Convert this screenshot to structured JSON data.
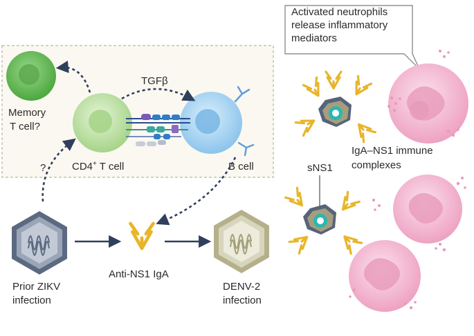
{
  "labels": {
    "memory_t_cell": [
      "Memory",
      "T cell?"
    ],
    "tgfb": "TGFβ",
    "cd4_t_cell": "CD4",
    "cd4_superscript": "+",
    "cd4_suffix": " T cell",
    "b_cell": "B cell",
    "question": "?",
    "prior_zikv": [
      "Prior ZIKV",
      "infection"
    ],
    "anti_ns1_iga": "Anti-NS1 IgA",
    "denv2": [
      "DENV-2",
      "infection"
    ],
    "callout": [
      "Activated neutrophils",
      "release inflammatory",
      "mediators"
    ],
    "iga_ns1": [
      "IgA–NS1 immune",
      "complexes"
    ],
    "sns1": "sNS1"
  },
  "colors": {
    "t_cell_green": "#b9dfa0",
    "memory_green": "#6cbf5c",
    "b_cell_blue": "#a9d4f0",
    "iga_yellow": "#e8b52a",
    "neutrophil_pink": "#f3b5cf",
    "arrow_navy": "#2f3f5c",
    "virus_gray": "#7f8a9c",
    "denv_olive": "#b5b08c",
    "box_border": "#c8c2ad",
    "box_fill": "#faf8f1"
  }
}
